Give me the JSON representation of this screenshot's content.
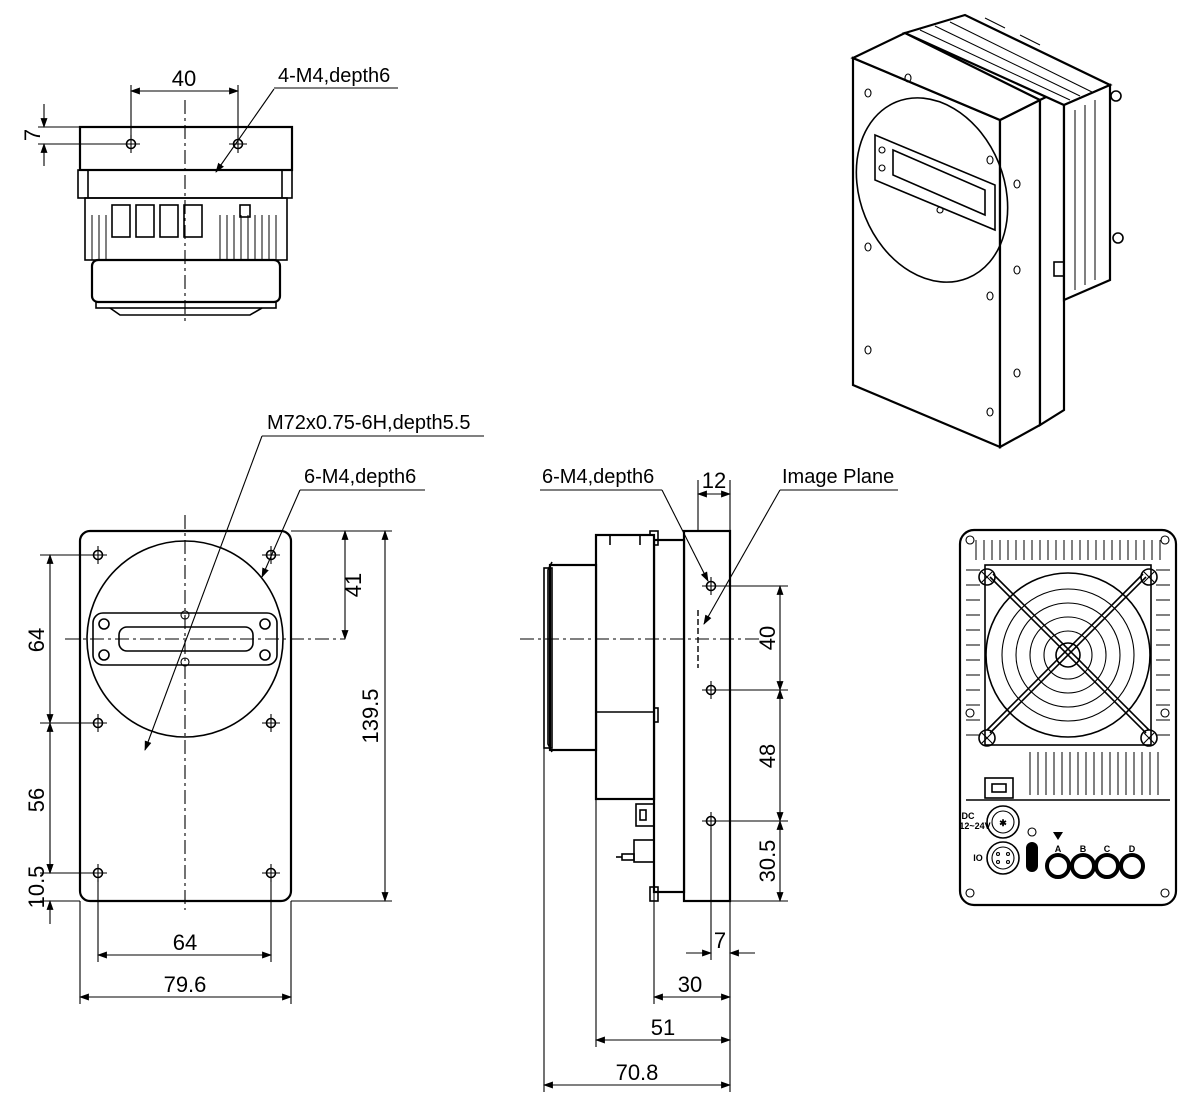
{
  "top_view": {
    "dim_hole_spacing": "40",
    "dim_hole_offset": "7",
    "note_holes": "4-M4,depth6"
  },
  "front_view": {
    "note_mount": "M72x0.75-6H,depth5.5",
    "note_holes": "6-M4,depth6",
    "dim_top_to_center": "41",
    "dim_total_height": "139.5",
    "dim_left_upper": "64",
    "dim_left_middle": "56",
    "dim_left_bottom": "10.5",
    "dim_hole_width": "64",
    "dim_total_width": "79.6"
  },
  "side_view": {
    "note_holes": "6-M4,depth6",
    "dim_top": "12",
    "note_image_plane": "Image Plane",
    "dim_right_upper": "40",
    "dim_right_middle": "48",
    "dim_right_bottom": "30.5",
    "dim_offset_7": "7",
    "dim_30": "30",
    "dim_51": "51",
    "dim_70_8": "70.8"
  },
  "rear_view": {
    "label_dc": "DC",
    "label_voltage": "12~24V",
    "label_io": "IO",
    "connectors": [
      "A",
      "B",
      "C",
      "D"
    ]
  },
  "colors": {
    "line": "#000000",
    "background": "#ffffff"
  }
}
